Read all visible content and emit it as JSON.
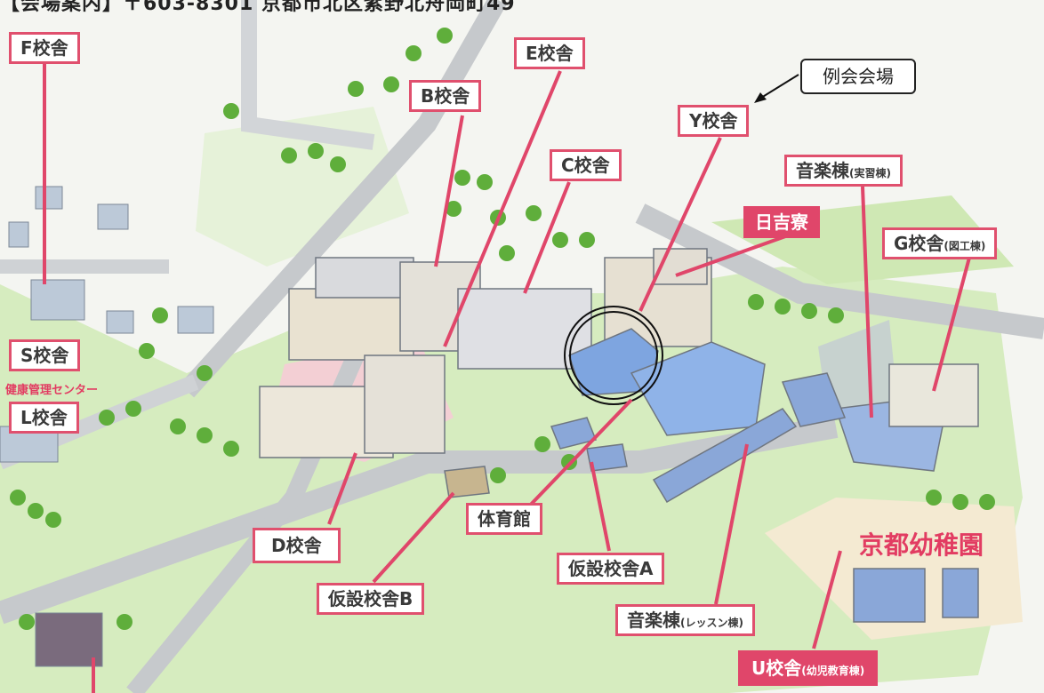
{
  "header": {
    "text": "【会場案内】〒603-8301 京都市北区紫野北舟岡町49"
  },
  "callout": {
    "text": "例会会場"
  },
  "labels": {
    "f_kousha": "F校舎",
    "e_kousha": "E校舎",
    "b_kousha": "B校舎",
    "y_kousha": "Y校舎",
    "c_kousha": "C校舎",
    "hiyoshi_ryo": "日吉寮",
    "ongaku_main": "音楽棟",
    "ongaku_jisshu": "(実習棟)",
    "g_main": "G校舎",
    "g_sub": "(図工棟)",
    "s_kousha": "S校舎",
    "kenkou": "健康管理センター",
    "l_kousha": "L校舎",
    "taiikukan": "体育館",
    "d_kousha": "D校舎",
    "kasetsu_a": "仮設校舎A",
    "kasetsu_b": "仮設校舎B",
    "kyoto_youchien": "京都幼稚園",
    "ongaku_lesson_main": "音楽棟",
    "ongaku_lesson_sub": "(レッスン棟)",
    "u_main": "U校舎",
    "u_sub": "(幼児教育棟)"
  },
  "colors": {
    "label_border": "#e0506e",
    "road": "#c6c9cc",
    "grass": "#cfe8b4",
    "building": "#8aa7d8",
    "plaza": "#f3cfd4"
  }
}
